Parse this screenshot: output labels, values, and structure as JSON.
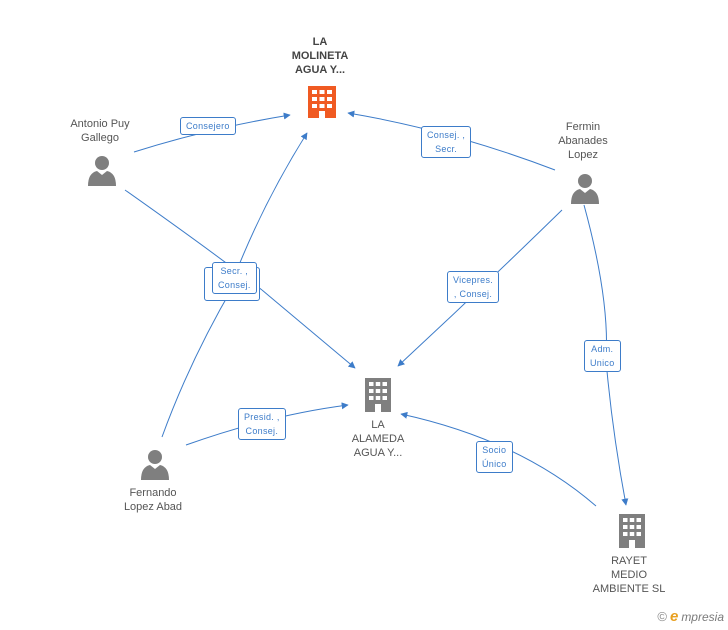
{
  "colors": {
    "edge": "#3d7cc9",
    "person_icon": "#7f7f7f",
    "building_icon": "#7f7f7f",
    "main_building_icon": "#f05a22"
  },
  "nodes": {
    "la_molineta": {
      "label": "LA\nMOLINETA\nAGUA Y...",
      "icon": "building-icon"
    },
    "antonio": {
      "label": "Antonio Puy\nGallego",
      "icon": "person-icon"
    },
    "fermin": {
      "label": "Fermin\nAbanades\nLopez",
      "icon": "person-icon"
    },
    "la_alameda": {
      "label": "LA\nALAMEDA\nAGUA Y...",
      "icon": "building-icon"
    },
    "fernando": {
      "label": "Fernando\nLopez Abad",
      "icon": "person-icon"
    },
    "rayet": {
      "label": "RAYET\nMEDIO\nAMBIENTE SL",
      "icon": "building-icon"
    }
  },
  "edge_labels": {
    "consejero": "Consejero",
    "consej_secr": "Consej. ,\nSecr.",
    "secr_consej": "Secr. ,\nConsej.",
    "vicepres": "Vicepres.\n, Consej.",
    "adm_unico": "Adm.\nUnico",
    "presid": "Presid. ,\nConsej.",
    "socio": "Socio\nÚnico"
  },
  "footer": {
    "copyright_symbol": "©",
    "brand_initial": "e",
    "brand_rest": "mpresia"
  }
}
